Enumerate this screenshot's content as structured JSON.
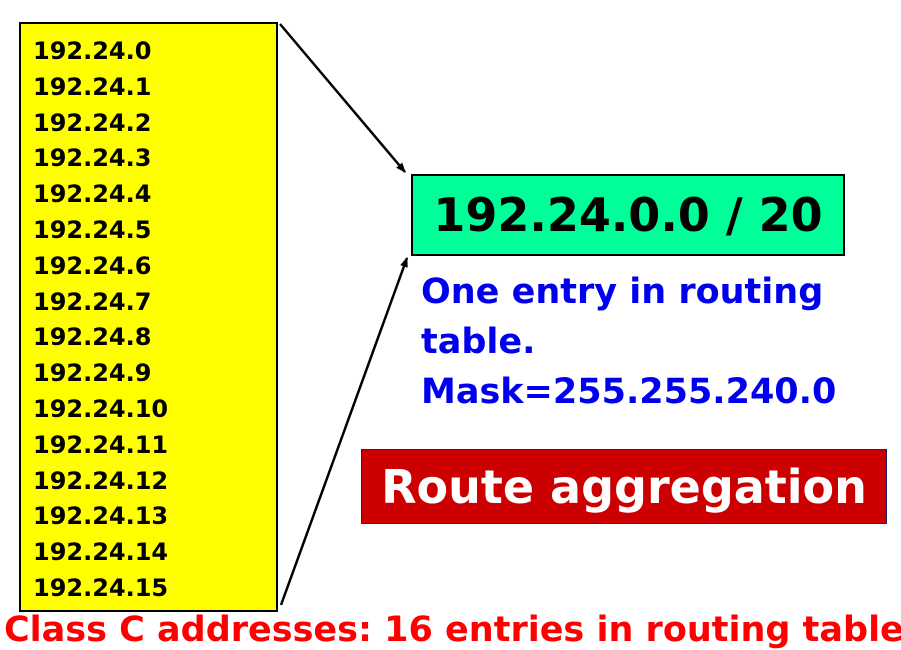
{
  "networks": [
    "192.24.0",
    "192.24.1",
    "192.24.2",
    "192.24.3",
    "192.24.4",
    "192.24.5",
    "192.24.6",
    "192.24.7",
    "192.24.8",
    "192.24.9",
    "192.24.10",
    "192.24.11",
    "192.24.12",
    "192.24.13",
    "192.24.14",
    "192.24.15"
  ],
  "aggregate_prefix": "192.24.0.0 / 20",
  "note": {
    "line1": "One entry in routing",
    "line2": "table.",
    "line3": "Mask=255.255.240.0"
  },
  "label": "Route aggregation",
  "bottom_text": "Class C addresses: 16 entries in routing table",
  "colors": {
    "list_bg": "#ffff00",
    "prefix_bg": "#00ff99",
    "note_text": "#0000ee",
    "label_bg": "#cc0000",
    "bottom_text": "#ff0000"
  }
}
